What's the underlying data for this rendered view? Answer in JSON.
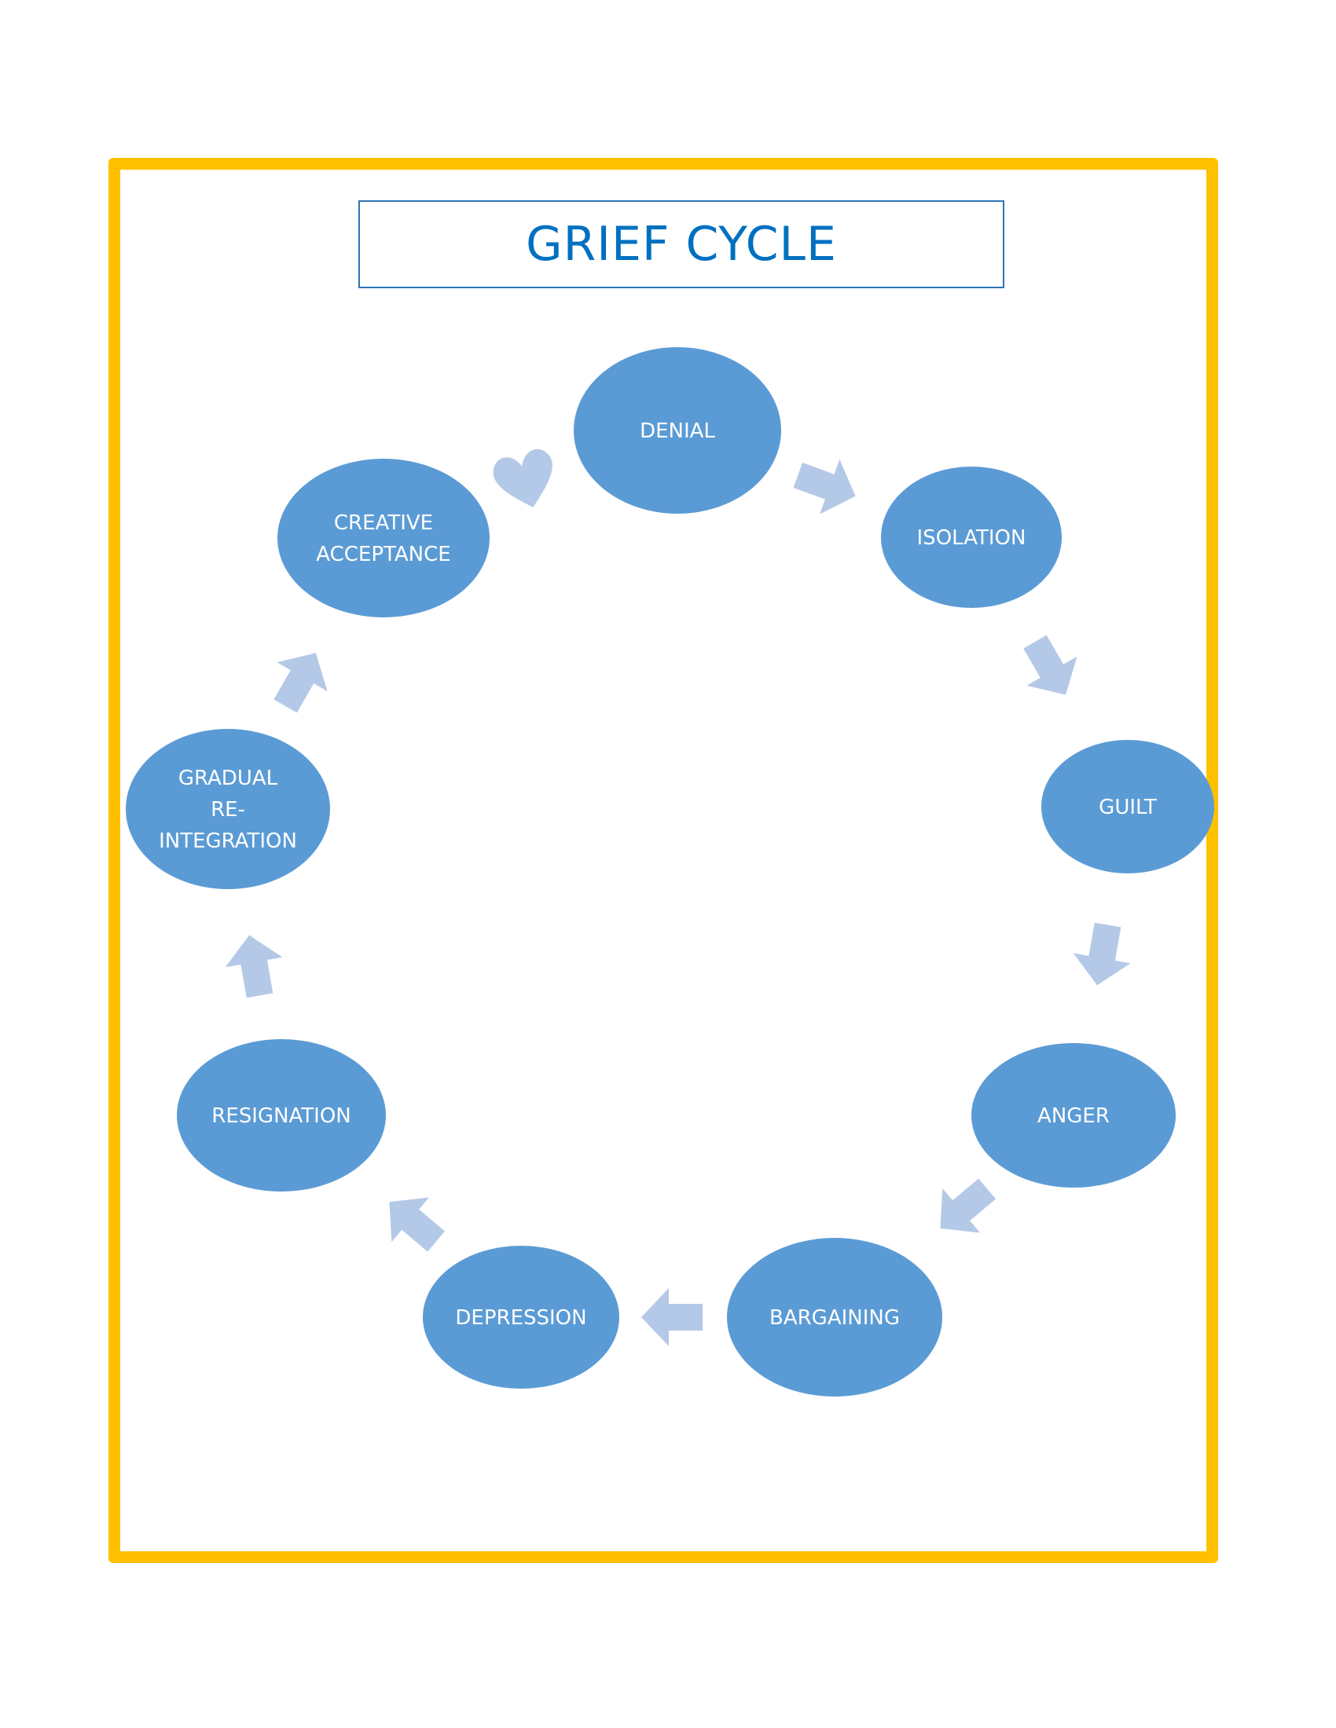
{
  "title": "GRIEF CYCLE",
  "colors": {
    "frame": "#FFC000",
    "title_border": "#2E75B6",
    "title_text": "#0070C0",
    "stage_fill": "#5B9BD5",
    "arrow_fill": "#B4C9E7",
    "label_text": "#FFFFFF"
  },
  "stages": [
    {
      "id": "denial",
      "lines": [
        "DENIAL"
      ]
    },
    {
      "id": "isolation",
      "lines": [
        "ISOLATION"
      ]
    },
    {
      "id": "guilt",
      "lines": [
        "GUILT"
      ]
    },
    {
      "id": "anger",
      "lines": [
        "ANGER"
      ]
    },
    {
      "id": "bargaining",
      "lines": [
        "BARGAINING"
      ]
    },
    {
      "id": "depression",
      "lines": [
        "DEPRESSION"
      ]
    },
    {
      "id": "resignation",
      "lines": [
        "RESIGNATION"
      ]
    },
    {
      "id": "gradual-re-integration",
      "lines": [
        "GRADUAL",
        "RE-",
        "INTEGRATION"
      ]
    },
    {
      "id": "creative-acceptance",
      "lines": [
        "CREATIVE",
        "ACCEPTANCE"
      ]
    }
  ],
  "connectors": [
    {
      "from": "denial",
      "to": "isolation",
      "icon": "arrow-icon"
    },
    {
      "from": "isolation",
      "to": "guilt",
      "icon": "arrow-icon"
    },
    {
      "from": "guilt",
      "to": "anger",
      "icon": "arrow-icon"
    },
    {
      "from": "anger",
      "to": "bargaining",
      "icon": "arrow-icon"
    },
    {
      "from": "bargaining",
      "to": "depression",
      "icon": "arrow-icon"
    },
    {
      "from": "depression",
      "to": "resignation",
      "icon": "arrow-icon"
    },
    {
      "from": "resignation",
      "to": "gradual-re-integration",
      "icon": "arrow-icon"
    },
    {
      "from": "gradual-re-integration",
      "to": "creative-acceptance",
      "icon": "arrow-icon"
    },
    {
      "from": "creative-acceptance",
      "to": "denial",
      "icon": "heart-icon"
    }
  ]
}
